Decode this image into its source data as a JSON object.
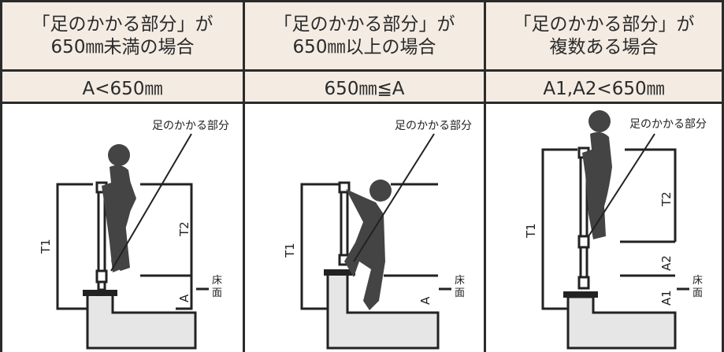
{
  "columns": [
    {
      "header_line1": "「足のかかる部分」が",
      "header_line2": "650㎜未満の場合",
      "condition": "A<650㎜",
      "callout": "足のかかる部分",
      "labels": {
        "t1": "T1",
        "t2": "T2",
        "a": "A",
        "floor": "床面"
      }
    },
    {
      "header_line1": "「足のかかる部分」が",
      "header_line2": "650㎜以上の場合",
      "condition": "650㎜≦A",
      "callout": "足のかかる部分",
      "labels": {
        "t1": "T1",
        "a": "A",
        "floor": "床面"
      }
    },
    {
      "header_line1": "「足のかかる部分」が",
      "header_line2": "複数ある場合",
      "condition": "A1,A2<650㎜",
      "callout": "足のかかる部分",
      "labels": {
        "t1": "T1",
        "t2": "T2",
        "a1": "A1",
        "a2": "A2",
        "floor": "床面"
      }
    }
  ]
}
